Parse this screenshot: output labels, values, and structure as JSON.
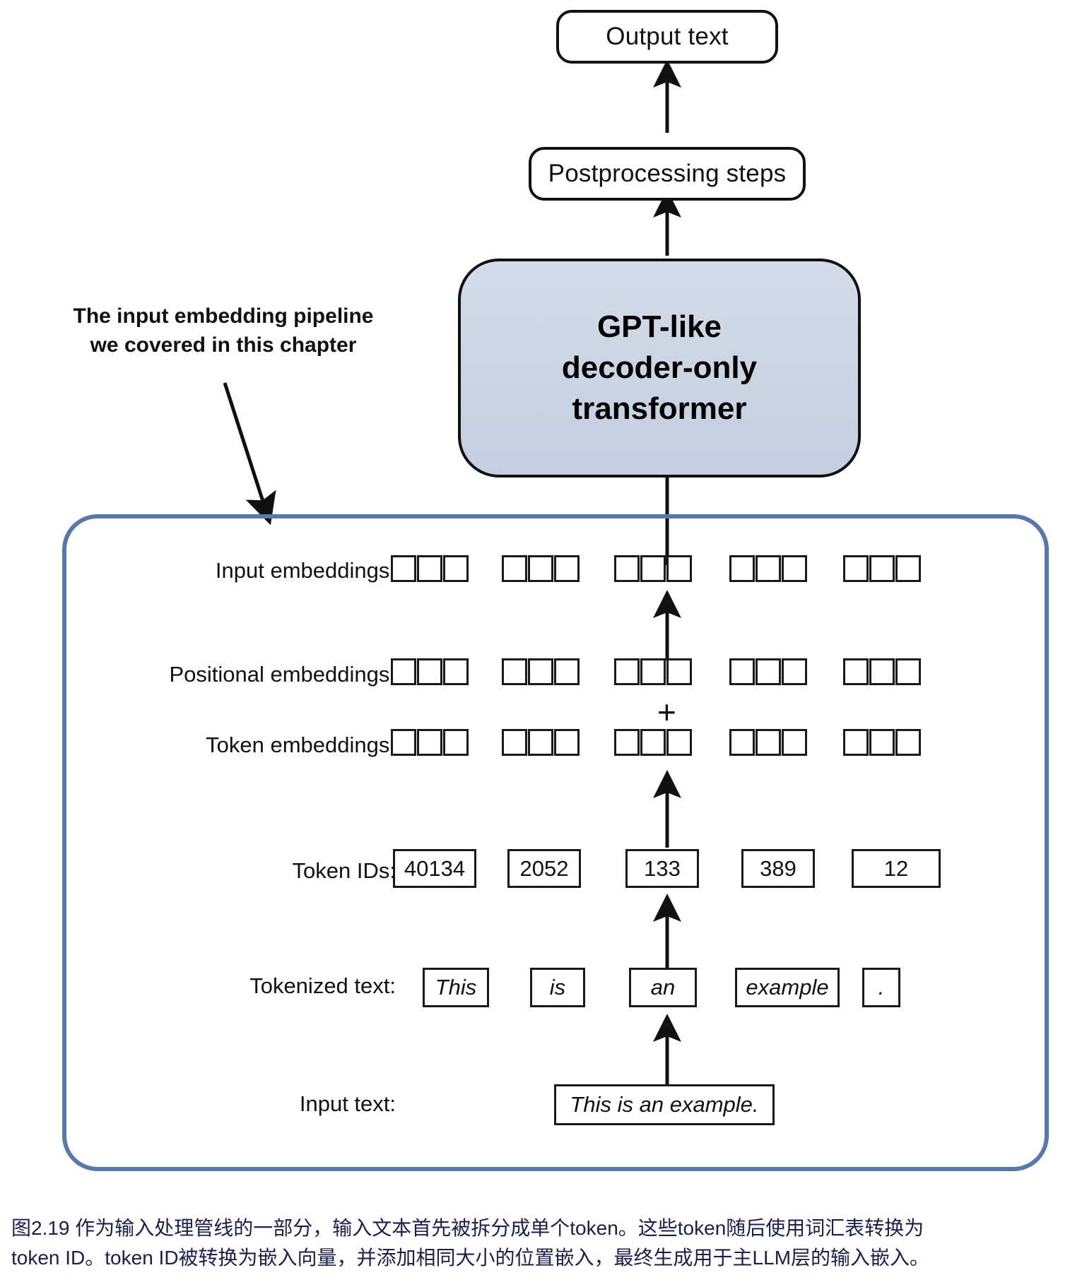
{
  "figure": {
    "type": "diagram",
    "title_text": "LLM input embedding pipeline",
    "colors": {
      "transformer_fill": "#c8d3e2",
      "pipeline_border": "#5878ac",
      "stroke": "#111111",
      "caption_text": "#1b1f4b"
    }
  },
  "top_flow": {
    "output_box_label": "Output text",
    "postprocessing_box_label": "Postprocessing steps",
    "transformer_lines": [
      "GPT-like",
      "decoder-only",
      "transformer"
    ]
  },
  "callout": {
    "line1": "The input embedding pipeline",
    "line2": "we covered in this chapter"
  },
  "rows": {
    "input_embeddings_label": "Input embeddings:",
    "positional_embeddings_label": "Positional embeddings:",
    "token_embeddings_label": "Token embeddings:",
    "token_ids_label": "Token IDs:",
    "tokenized_text_label": "Tokenized text:",
    "input_text_label": "Input text:"
  },
  "operator": {
    "plus": "+"
  },
  "embedding_cells": {
    "groups": 5,
    "cells_per_group": 3
  },
  "token_ids": [
    "40134",
    "2052",
    "133",
    "389",
    "12"
  ],
  "tokens": [
    "This",
    "is",
    "an",
    "example",
    "."
  ],
  "input_text": "This is an example.",
  "caption": {
    "line1": "图2.19 作为输入处理管线的一部分，输入文本首先被拆分成单个token。这些token随后使用词汇表转换为",
    "line2": "token ID。token ID被转换为嵌入向量，并添加相同大小的位置嵌入，最终生成用于主LLM层的输入嵌入。"
  }
}
